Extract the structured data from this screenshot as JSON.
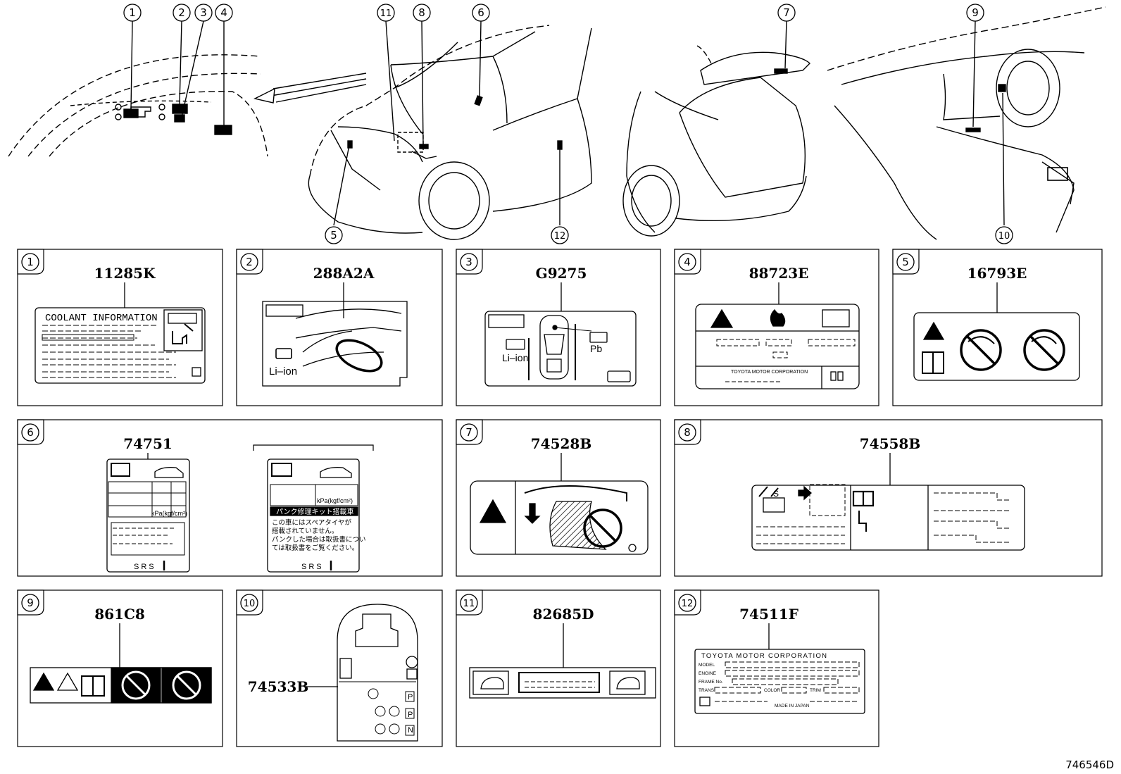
{
  "figure_id": "746546D",
  "callout_numbers": [
    "1",
    "2",
    "3",
    "4",
    "5",
    "6",
    "7",
    "8",
    "9",
    "10",
    "11",
    "12"
  ],
  "panels": {
    "p1": {
      "num": "1",
      "part": "11285K",
      "label_heading": "COOLANT INFORMATION"
    },
    "p2": {
      "num": "2",
      "part": "288A2A",
      "battery_label": "Li–ion"
    },
    "p3": {
      "num": "3",
      "part": "G9275",
      "liion": "Li–ion",
      "pb": "Pb"
    },
    "p4": {
      "num": "4",
      "part": "88723E",
      "company": "TOYOTA MOTOR CORPORATION"
    },
    "p5": {
      "num": "5",
      "part": "16793E"
    },
    "p6": {
      "num": "6",
      "part": "74751",
      "srs": "SRS",
      "kpa": "kPa(kgf/cm²)",
      "jp_title": "パンク修理キット搭載車",
      "jp_line1": "この車にはスペアタイヤが",
      "jp_line2": "搭載されていません。",
      "jp_line3": "パンクした場合は取扱書につい",
      "jp_line4": "ては取扱書をご覧ください。"
    },
    "p7": {
      "num": "7",
      "part": "74528B"
    },
    "p8": {
      "num": "8",
      "part": "74558B",
      "s_mark": "S"
    },
    "p9": {
      "num": "9",
      "part": "861C8"
    },
    "p10": {
      "num": "10",
      "part": "74533B",
      "gear_p": "P",
      "gear_n": "N"
    },
    "p11": {
      "num": "11",
      "part": "82685D"
    },
    "p12": {
      "num": "12",
      "part": "74511F",
      "company": "TOYOTA MOTOR CORPORATION",
      "rows": [
        "MODEL",
        "ENGINE",
        "FRAME No.",
        "TRANS",
        "COLOR",
        "TRIM",
        "MADE IN JAPAN"
      ]
    }
  }
}
